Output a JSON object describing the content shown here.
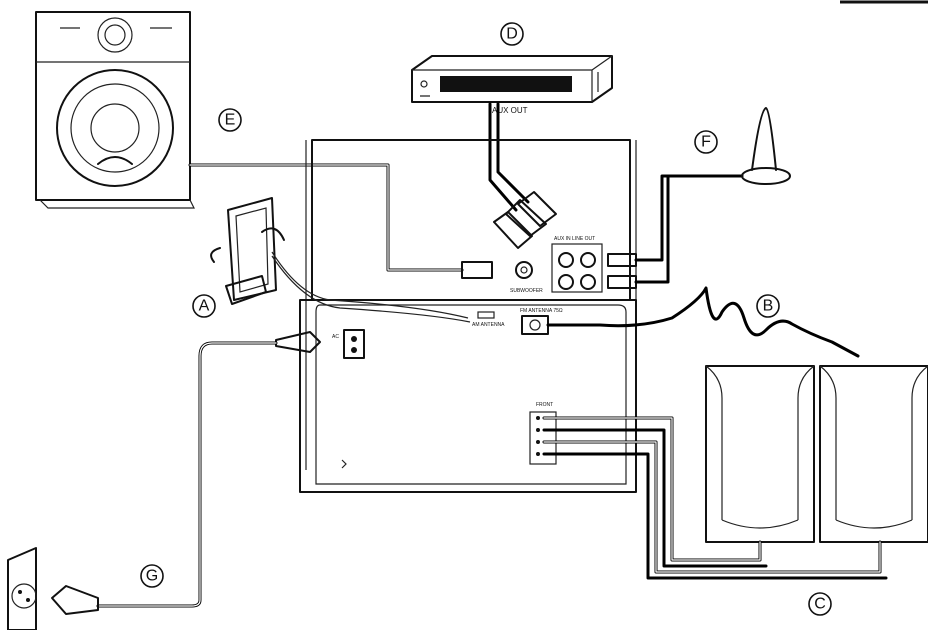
{
  "callouts": {
    "a": "A",
    "b": "B",
    "c": "C",
    "d": "D",
    "e": "E",
    "f": "F",
    "g": "G"
  },
  "labels": {
    "aux_out": "AUX OUT"
  }
}
